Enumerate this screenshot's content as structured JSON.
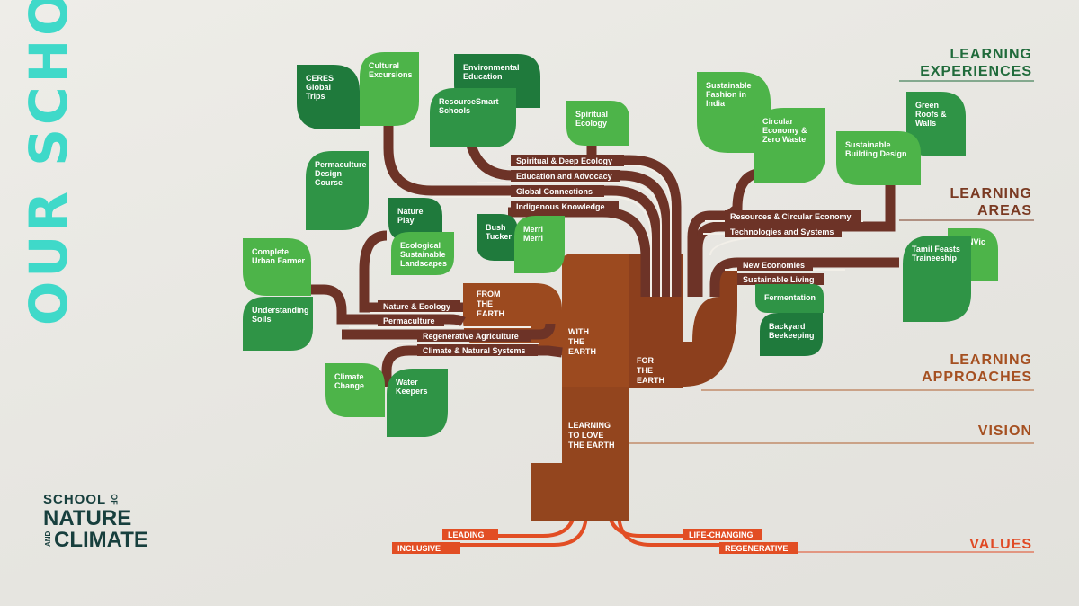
{
  "side_title": "OUR SCHOOL",
  "logo": {
    "line1": "SCHOOL",
    "of": "OF",
    "line2": "NATURE",
    "and": "AND",
    "line3": "CLIMATE"
  },
  "tiers": {
    "learning_experiences": "LEARNING EXPERIENCES",
    "learning_areas": "LEARNING AREAS",
    "learning_approaches": "LEARNING APPROACHES",
    "vision": "VISION",
    "values": "VALUES"
  },
  "approaches": {
    "from_the_earth": "FROM THE EARTH",
    "with_the_earth": "WITH THE EARTH",
    "for_the_earth": "FOR THE EARTH"
  },
  "vision": "LEARNING TO LOVE THE EARTH",
  "values": {
    "leading": "LEADING",
    "inclusive": "INCLUSIVE",
    "life_changing": "LIFE-CHANGING",
    "regenerative": "REGENERATIVE"
  },
  "areas": {
    "spiritual_deep_ecology": "Spiritual & Deep Ecology",
    "education_advocacy": "Education and Advocacy",
    "global_connections": "Global Connections",
    "indigenous_knowledge": "Indigenous Knowledge",
    "resources_circular": "Resources & Circular Economy",
    "technologies_systems": "Technologies and Systems",
    "new_economies": "New Economies",
    "sustainable_living": "Sustainable Living",
    "nature_ecology": "Nature & Ecology",
    "permaculture": "Permaculture",
    "regenerative_agriculture": "Regenerative Agriculture",
    "climate_natural_systems": "Climate & Natural Systems"
  },
  "leaves": {
    "ceres_global_trips": "CERES Global Trips",
    "cultural_excursions": "Cultural Excursions",
    "environmental_education": "Environmental Education",
    "resourcesmart_schools": "ResourceSmart Schools",
    "spiritual_ecology": "Spiritual Ecology",
    "sustainable_fashion_india": "Sustainable Fashion in India",
    "green_roofs_walls": "Green Roofs & Walls",
    "circular_economy_zero_waste": "Circular Economy & Zero Waste",
    "sustainable_building_design": "Sustainable Building Design",
    "permaculture_design_course": "Permaculture Design Course",
    "nature_play": "Nature Play",
    "ecological_sustainable_landscapes": "Ecological Sustainable Landscapes",
    "bush_tucker": "Bush Tucker",
    "merri_merri": "Merri Merri",
    "complete_urban_farmer": "Complete Urban Farmer",
    "understanding_soils": "Understanding Soils",
    "climate_change": "Climate Change",
    "water_keepers": "Water Keepers",
    "fermentation": "Fermentation",
    "backyard_beekeeping": "Backyard Beekeeping",
    "senvic": "SENVic",
    "tamil_feasts_traineeship": "Tamil Feasts Traineeship"
  },
  "colors": {
    "teal_title": "#3fd9c9",
    "tier_green": "#206b3b",
    "tier_brown": "#7a3a22",
    "tier_red": "#e04a25",
    "branch_brown": "#6d3327",
    "trunk_brown": "#93451e",
    "leaf_light": "#4db449",
    "leaf_dark": "#1f7a3c",
    "value_orange": "#e24e24"
  }
}
